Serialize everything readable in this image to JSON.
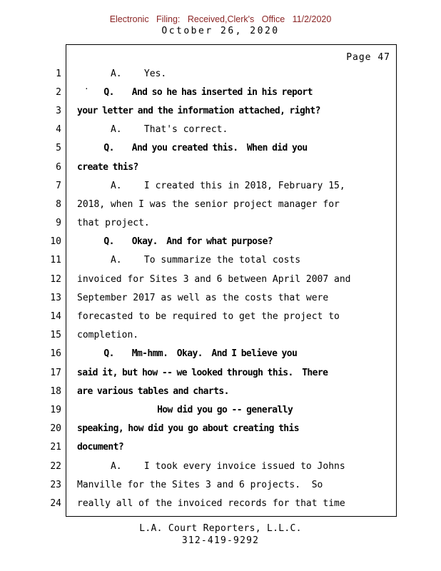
{
  "colors": {
    "stamp_red": "#8b2525"
  },
  "header": {
    "filing_line": "Electronic Filing: Received,Clerk's Office 11/2/2020",
    "date_line": "October 26, 2020"
  },
  "page": {
    "page_label": "Page 47",
    "stray_mark": "·",
    "lines": [
      {
        "n": "1",
        "b": 0,
        "t": "      A.    Yes."
      },
      {
        "n": "2",
        "b": 1,
        "t": "      Q.    And so he has inserted in his report"
      },
      {
        "n": "3",
        "b": 1,
        "t": "your letter and the information attached, right?"
      },
      {
        "n": "4",
        "b": 0,
        "t": "      A.    That's correct."
      },
      {
        "n": "5",
        "b": 1,
        "t": "      Q.    And you created this.  When did you"
      },
      {
        "n": "6",
        "b": 1,
        "t": "create this?"
      },
      {
        "n": "7",
        "b": 0,
        "t": "      A.    I created this in 2018, February 15,"
      },
      {
        "n": "8",
        "b": 0,
        "t": "2018, when I was the senior project manager for"
      },
      {
        "n": "9",
        "b": 0,
        "t": "that project."
      },
      {
        "n": "10",
        "b": 1,
        "t": "      Q.    Okay.  And for what purpose?"
      },
      {
        "n": "11",
        "b": 0,
        "t": "      A.    To summarize the total costs"
      },
      {
        "n": "12",
        "b": 0,
        "t": "invoiced for Sites 3 and 6 between April 2007 and"
      },
      {
        "n": "13",
        "b": 0,
        "t": "September 2017 as well as the costs that were"
      },
      {
        "n": "14",
        "b": 0,
        "t": "forecasted to be required to get the project to"
      },
      {
        "n": "15",
        "b": 0,
        "t": "completion."
      },
      {
        "n": "16",
        "b": 1,
        "t": "      Q.    Mm-hmm.  Okay.  And I believe you"
      },
      {
        "n": "17",
        "b": 1,
        "t": "said it, but how -- we looked through this.  There"
      },
      {
        "n": "18",
        "b": 1,
        "t": "are various tables and charts."
      },
      {
        "n": "19",
        "b": 1,
        "t": "                  How did you go -- generally"
      },
      {
        "n": "20",
        "b": 1,
        "t": "speaking, how did you go about creating this"
      },
      {
        "n": "21",
        "b": 1,
        "t": "document?"
      },
      {
        "n": "22",
        "b": 0,
        "t": "      A.    I took every invoice issued to Johns"
      },
      {
        "n": "23",
        "b": 0,
        "t": "Manville for the Sites 3 and 6 projects.  So"
      },
      {
        "n": "24",
        "b": 0,
        "t": "really all of the invoiced records for that time"
      }
    ]
  },
  "footer": {
    "company": "L.A. Court Reporters, L.L.C.",
    "phone": "312-419-9292"
  }
}
